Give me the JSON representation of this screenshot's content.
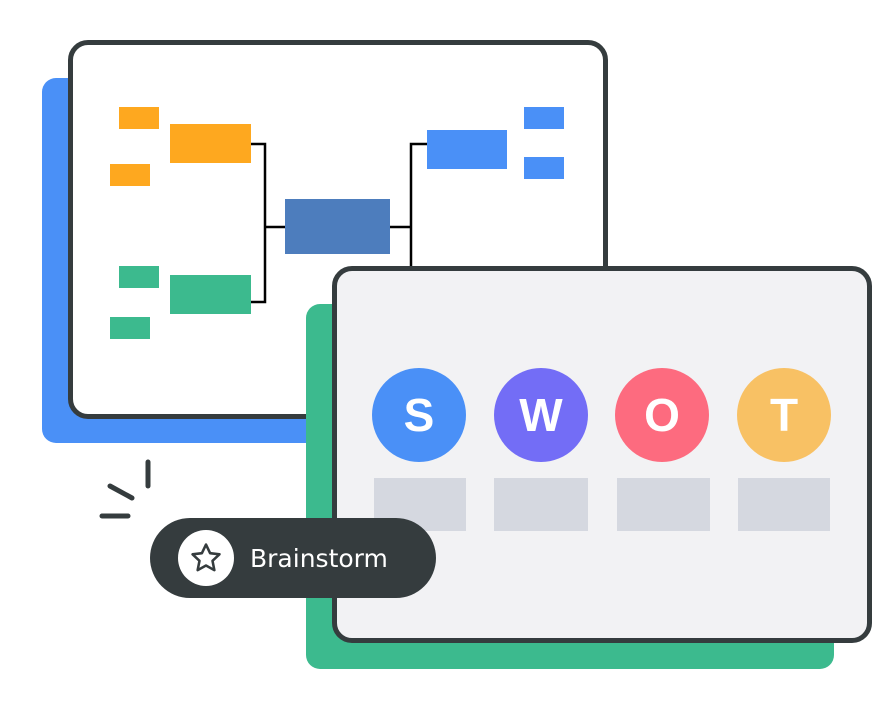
{
  "colors": {
    "blue": "#4a90f7",
    "green": "#3cba8e",
    "orange": "#fea81f",
    "center": "#4d7dbd",
    "dark": "#353c3e"
  },
  "swot": {
    "letters": [
      {
        "letter": "S",
        "color": "#4a90f7"
      },
      {
        "letter": "W",
        "color": "#736df6"
      },
      {
        "letter": "O",
        "color": "#fd6b7f"
      },
      {
        "letter": "T",
        "color": "#f8c164"
      }
    ]
  },
  "badge": {
    "label": "Brainstorm",
    "icon": "star-icon"
  }
}
